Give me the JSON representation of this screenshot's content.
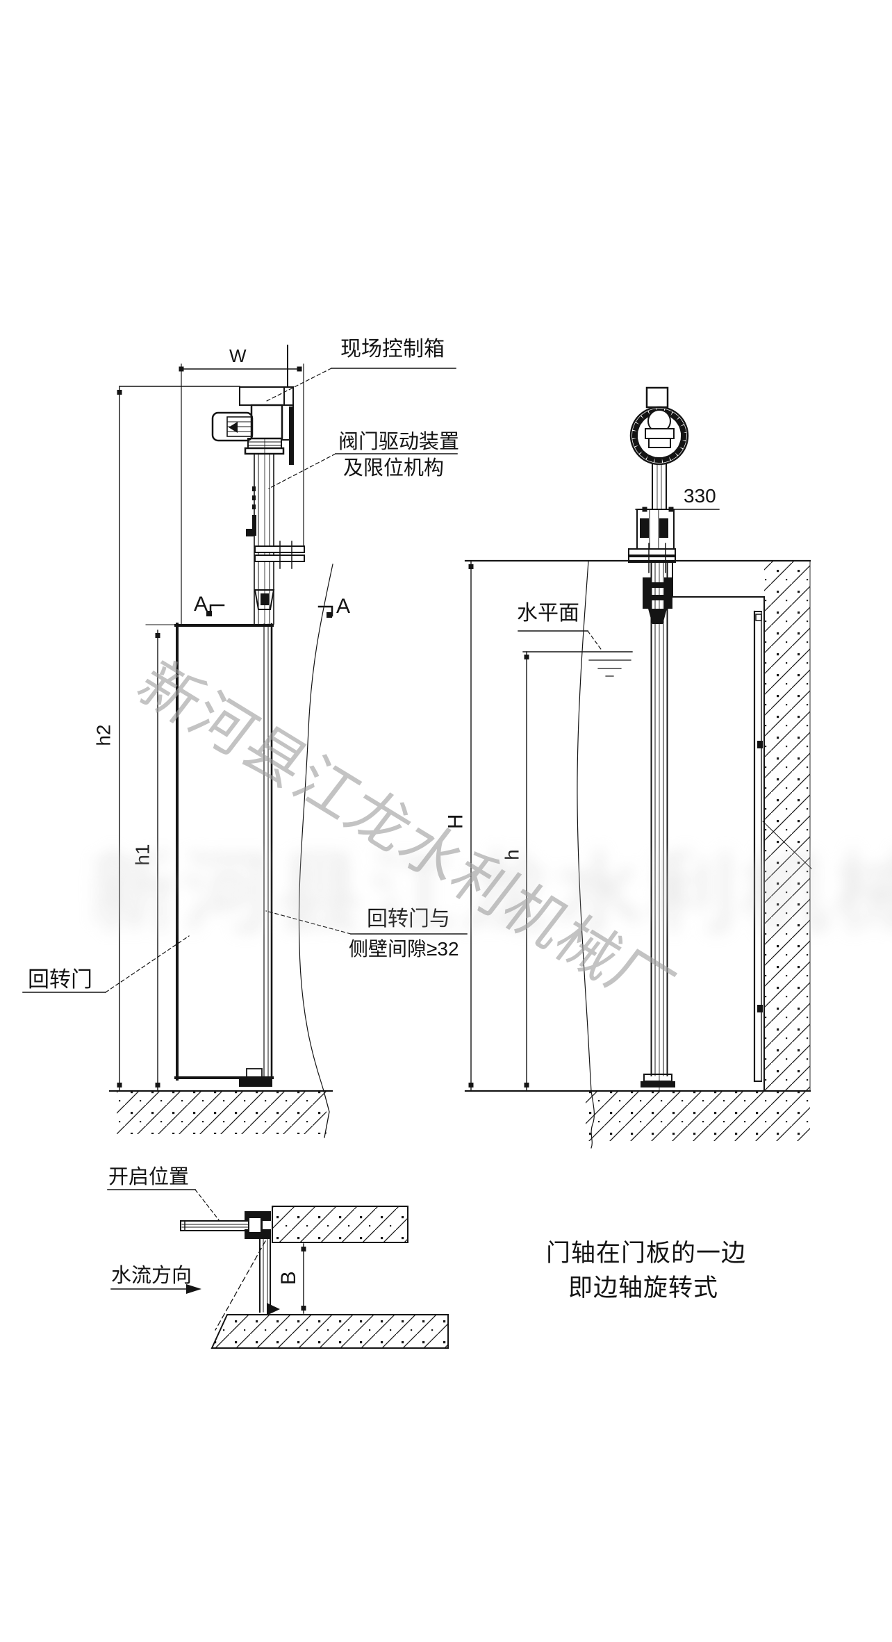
{
  "left_view": {
    "dim_w": "W",
    "dim_h1": "h1",
    "dim_h2": "h2",
    "label_control_box": "现场控制箱",
    "label_actuator_line1": "阀门驱动装置",
    "label_actuator_line2": "及限位机构",
    "label_gate": "回转门",
    "label_gap_line1": "回转门与",
    "label_gap_line2": "侧壁间隙≥32",
    "section_marker": "A"
  },
  "right_view": {
    "dim_330": "330",
    "dim_H": "H",
    "dim_h": "h",
    "label_water_level": "水平面"
  },
  "plan_view": {
    "label_open_position": "开启位置",
    "label_flow_direction": "水流方向",
    "dim_B": "B"
  },
  "caption": {
    "line1": "门轴在门板的一边",
    "line2": "即边轴旋转式"
  },
  "watermark": {
    "text": "新河县江龙水利机械厂",
    "color": "#9e9e9e"
  },
  "colors": {
    "line": "#141414",
    "background": "#ffffff"
  }
}
